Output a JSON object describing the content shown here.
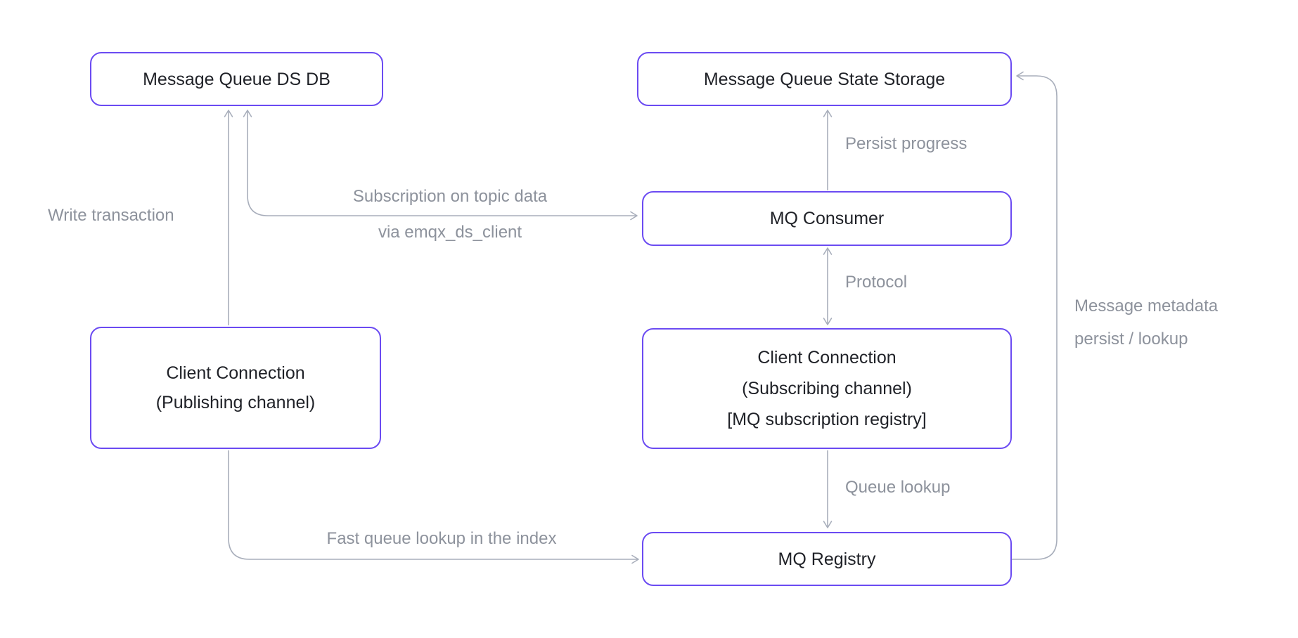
{
  "diagram": {
    "background": "#ffffff",
    "colors": {
      "node_border": "#6b4bf2",
      "node_fill": "#ffffff",
      "node_text": "#1f2127",
      "edge_line": "#a8aebb",
      "edge_label_text": "#8d929c"
    },
    "nodes": {
      "ds_db": {
        "label": "Message Queue DS DB"
      },
      "state_storage": {
        "label": "Message Queue State Storage"
      },
      "mq_consumer": {
        "label": "MQ Consumer"
      },
      "publishing": {
        "lines": [
          "Client Connection",
          "(Publishing channel)"
        ]
      },
      "subscribing": {
        "lines": [
          "Client Connection",
          "(Subscribing channel)",
          "[MQ subscription registry]"
        ]
      },
      "mq_registry": {
        "label": "MQ Registry"
      }
    },
    "edges": {
      "write_transaction": {
        "label": "Write transaction",
        "from": "publishing",
        "to": "ds_db",
        "bidirectional": false
      },
      "subscription": {
        "label_line1": "Subscription on topic data",
        "label_line2": "via emqx_ds_client",
        "from": "mq_consumer",
        "to": "ds_db",
        "bidirectional": true
      },
      "persist_progress": {
        "label": "Persist progress",
        "from": "mq_consumer",
        "to": "state_storage",
        "bidirectional": false
      },
      "protocol": {
        "label": "Protocol",
        "from": "mq_consumer",
        "to": "subscribing",
        "bidirectional": true
      },
      "queue_lookup": {
        "label": "Queue lookup",
        "from": "subscribing",
        "to": "mq_registry",
        "bidirectional": false
      },
      "fast_queue_lookup": {
        "label": "Fast queue lookup in the index",
        "from": "publishing",
        "to": "mq_registry",
        "bidirectional": false
      },
      "message_metadata": {
        "lines": [
          "Message metadata",
          "persist / lookup"
        ],
        "from": "mq_registry",
        "to": "state_storage",
        "bidirectional": false
      }
    }
  }
}
